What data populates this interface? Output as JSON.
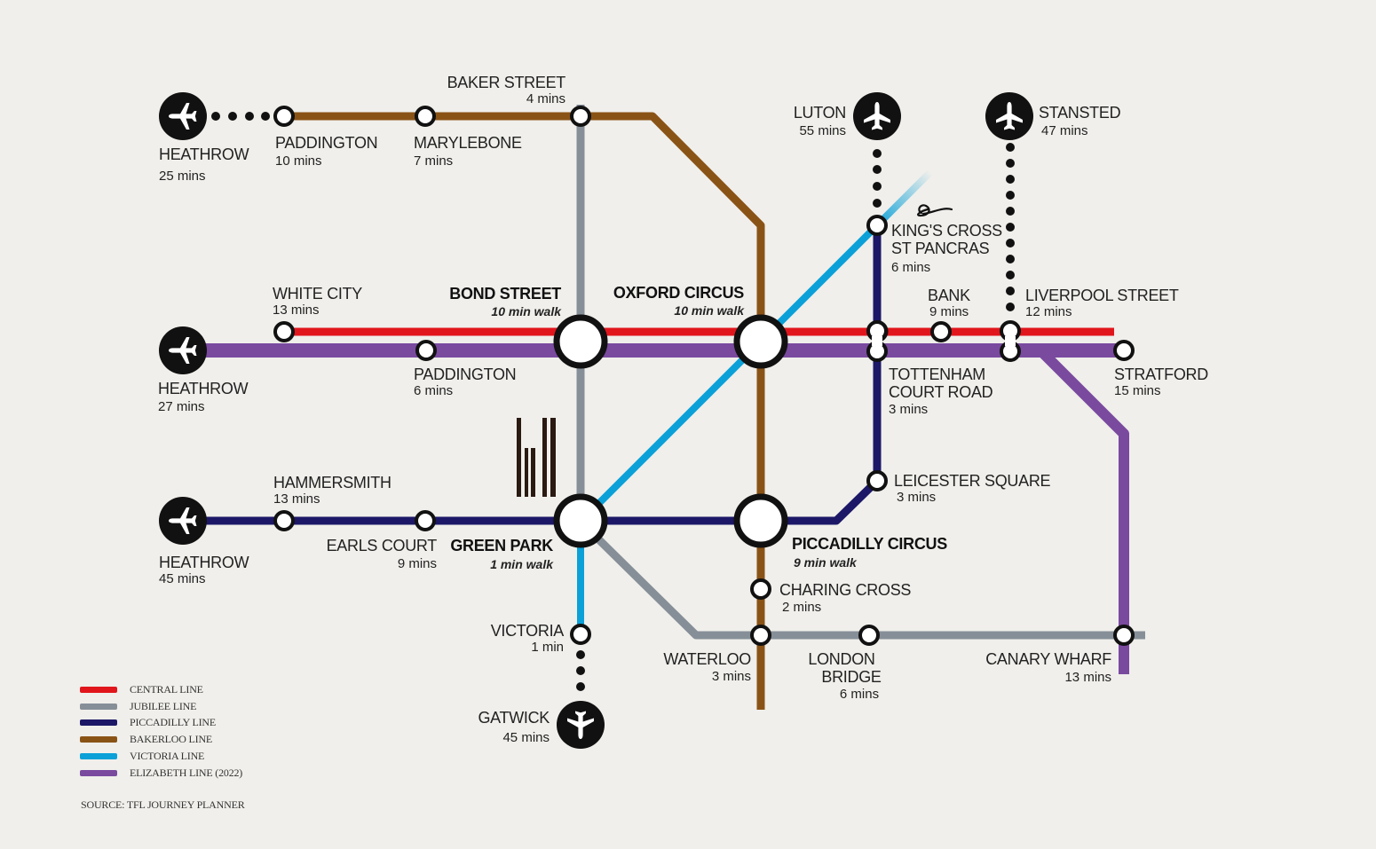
{
  "stations": {
    "heathrow_a": {
      "name": "HEATHROW",
      "time": "25 mins"
    },
    "paddington_a": {
      "name": "PADDINGTON",
      "time": "10 mins"
    },
    "marylebone": {
      "name": "MARYLEBONE",
      "time": "7 mins"
    },
    "baker_street": {
      "name": "BAKER STREET",
      "time": "4 mins"
    },
    "luton": {
      "name": "LUTON",
      "time": "55 mins"
    },
    "stansted": {
      "name": "STANSTED",
      "time": "47 mins"
    },
    "kings_cross": {
      "name_line1": "KING'S CROSS",
      "name_line2": "ST PANCRAS",
      "time": "6 mins"
    },
    "white_city": {
      "name": "WHITE CITY",
      "time": "13 mins"
    },
    "bond_street": {
      "name": "BOND STREET",
      "time": "10 min walk"
    },
    "oxford_circus": {
      "name": "OXFORD CIRCUS",
      "time": "10 min walk"
    },
    "bank": {
      "name": "BANK",
      "time": "9 mins"
    },
    "liverpool_street": {
      "name": "LIVERPOOL STREET",
      "time": "12 mins"
    },
    "heathrow_b": {
      "name": "HEATHROW",
      "time": "27 mins"
    },
    "paddington_b": {
      "name": "PADDINGTON",
      "time": "6 mins"
    },
    "tottenham": {
      "name_line1": "TOTTENHAM",
      "name_line2": "COURT ROAD",
      "time": "3 mins"
    },
    "stratford": {
      "name": "STRATFORD",
      "time": "15 mins"
    },
    "leicester_square": {
      "name": "LEICESTER SQUARE",
      "time": "3 mins"
    },
    "hammersmith": {
      "name": "HAMMERSMITH",
      "time": "13 mins"
    },
    "heathrow_c": {
      "name": "HEATHROW",
      "time": "45 mins"
    },
    "earls_court": {
      "name": "EARLS COURT",
      "time": "9 mins"
    },
    "green_park": {
      "name": "GREEN PARK",
      "time": "1 min walk"
    },
    "piccadilly_circus": {
      "name": "PICCADILLY CIRCUS",
      "time": "9 min walk"
    },
    "charing_cross": {
      "name": "CHARING CROSS",
      "time": "2 mins"
    },
    "victoria": {
      "name": "VICTORIA",
      "time": "1 min"
    },
    "waterloo": {
      "name": "WATERLOO",
      "time": "3 mins"
    },
    "london_bridge": {
      "name_line1": "LONDON",
      "name_line2": "BRIDGE",
      "time": "6 mins"
    },
    "canary_wharf": {
      "name": "CANARY WHARF",
      "time": "13 mins"
    },
    "gatwick": {
      "name": "GATWICK",
      "time": "45 mins"
    }
  },
  "legend": [
    {
      "label": "CENTRAL LINE",
      "color": "#e1161c"
    },
    {
      "label": "JUBILEE LINE",
      "color": "#868f98"
    },
    {
      "label": "PICCADILLY LINE",
      "color": "#1c1867"
    },
    {
      "label": "BAKERLOO LINE",
      "color": "#8a5316"
    },
    {
      "label": "VICTORIA LINE",
      "color": "#0ba1d8"
    },
    {
      "label": "ELIZABETH LINE (2022)",
      "color": "#7a4a9f"
    }
  ],
  "source": "SOURCE: TFL JOURNEY PLANNER",
  "icons": {
    "airport": "plane-icon",
    "elizabeth_line": "elizabeth-line-logo",
    "building": "building-icon"
  }
}
